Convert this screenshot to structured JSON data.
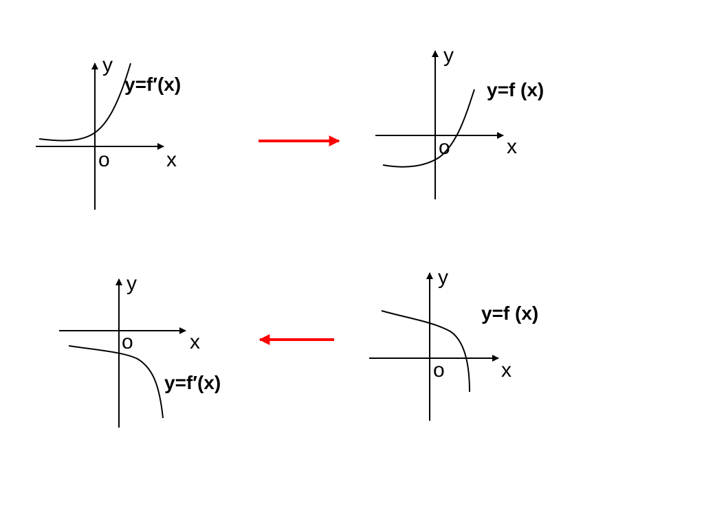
{
  "panels": [
    {
      "id": "top-left",
      "axis_y": "y",
      "axis_x": "x",
      "origin": "o",
      "function_label": "y=f′(x)"
    },
    {
      "id": "top-right",
      "axis_y": "y",
      "axis_x": "x",
      "origin": "o",
      "function_label": "y=f (x)"
    },
    {
      "id": "bottom-left",
      "axis_y": "y",
      "axis_x": "x",
      "origin": "o",
      "function_label": "y=f′(x)"
    },
    {
      "id": "bottom-right",
      "axis_y": "y",
      "axis_x": "x",
      "origin": "o",
      "function_label": "y=f (x)"
    }
  ],
  "colors": {
    "arrow": "#ff0000",
    "stroke": "#000000",
    "background": "#ffffff"
  }
}
